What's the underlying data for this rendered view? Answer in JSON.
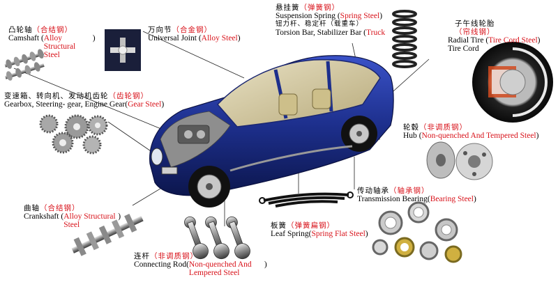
{
  "colors": {
    "accent_red": "#d8121a",
    "car_body": "#1d2f8c",
    "line": "#222222"
  },
  "labels": {
    "camshaft": {
      "zh": "凸轮轴",
      "zh_mat": "合结钢",
      "en": "Camshaft",
      "en_mat": "Alloy Structural Steel"
    },
    "ujoint": {
      "zh": "万向节",
      "zh_mat": "合金钢",
      "en": "Universal Joint",
      "en_mat": "Alloy Steel"
    },
    "spring": {
      "zh": "悬挂簧",
      "zh_mat": "弹簧钢",
      "en": "Suspension Spring",
      "en_mat": "Spring Steel",
      "zh2": "钮力杆、稳定杆（载重车）",
      "en2": "Torsion Bar, Stabilizer Bar",
      "en2_mat": "Truck"
    },
    "tire": {
      "zh": "子午线轮胎",
      "zh_mat": "帘线钢",
      "en": "Radial Tire",
      "en_mat": "Tire Cord Steel",
      "en3": "Tire Cord"
    },
    "gearbox": {
      "zh": "变速箱、转向机、发动机齿轮",
      "zh_mat": "齿轮钢",
      "en": "Gearbox, Steering- gear, Engine Gear",
      "en_mat": "Gear Steel"
    },
    "hub": {
      "zh": "轮毂",
      "zh_mat": "非调质钢",
      "en": "Hub",
      "en_mat": "Non-quenched And Tempered Steel"
    },
    "bearing": {
      "zh": "传动轴承",
      "zh_mat": "轴承钢",
      "en": "Transmission Bearing",
      "en_mat": "Bearing Steel"
    },
    "crankshaft": {
      "zh": "曲轴",
      "zh_mat": "合结钢",
      "en": "Crankshaft",
      "en_mat": "Alloy Structural Steel"
    },
    "leaf": {
      "zh": "板簧",
      "zh_mat": "弹簧扁钢",
      "en": "Leaf Spring",
      "en_mat": "Spring Flat Steel"
    },
    "conrod": {
      "zh": "连杆",
      "zh_mat": "非调质钢",
      "en": "Connecting Rod",
      "en_mat": "Non-quenched And Lempered Steel"
    }
  }
}
